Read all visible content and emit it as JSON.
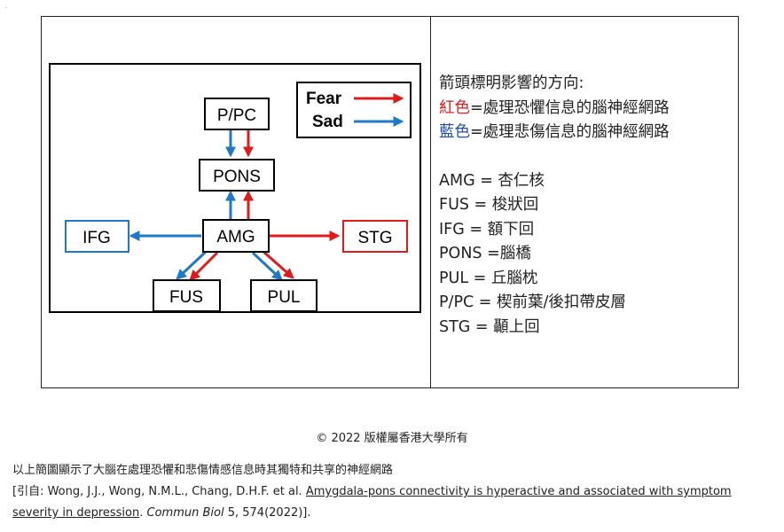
{
  "diagram": {
    "nodes": [
      {
        "id": "ppc",
        "label": "P/PC",
        "color": "#000000"
      },
      {
        "id": "pons",
        "label": "PONS",
        "color": "#000000"
      },
      {
        "id": "amg",
        "label": "AMG",
        "color": "#000000"
      },
      {
        "id": "ifg",
        "label": "IFG",
        "color": "#1f78c8"
      },
      {
        "id": "stg",
        "label": "STG",
        "color": "#e11b1b"
      },
      {
        "id": "fus",
        "label": "FUS",
        "color": "#000000"
      },
      {
        "id": "pul",
        "label": "PUL",
        "color": "#000000"
      }
    ],
    "legend": {
      "fear_label": "Fear",
      "sad_label": "Sad"
    },
    "colors": {
      "fear": "#e11b1b",
      "sad": "#1f78c8"
    }
  },
  "key": {
    "heading": "箭頭標明影響的方向:",
    "red_label": "紅色",
    "red_text": "=處理恐懼信息的腦神經網路",
    "blue_label": "藍色",
    "blue_text": "=處理悲傷信息的腦神經網路",
    "abbrevs": [
      "AMG = 杏仁核",
      "FUS = 梭狀回",
      "IFG = 額下回",
      "PONS =腦橋",
      "PUL = 丘腦枕",
      "P/PC = 楔前葉/後扣帶皮層",
      "STG = 顳上回"
    ]
  },
  "footer": {
    "copyright": "© 2022 版權屬香港大學所有",
    "caption": "以上簡圖顯示了大腦在處理恐懼和悲傷情感信息時其獨特和共享的神經網路",
    "cite_prefix": "[引自:  Wong, J.J., Wong, N.M.L., Chang, D.H.F. et al. ",
    "cite_title": "Amygdala-pons connectivity is hyperactive and associated with symptom severity in depression",
    "cite_dot": ". ",
    "cite_journal": "Commun Biol",
    "cite_suffix": " 5, 574(2022)]."
  }
}
